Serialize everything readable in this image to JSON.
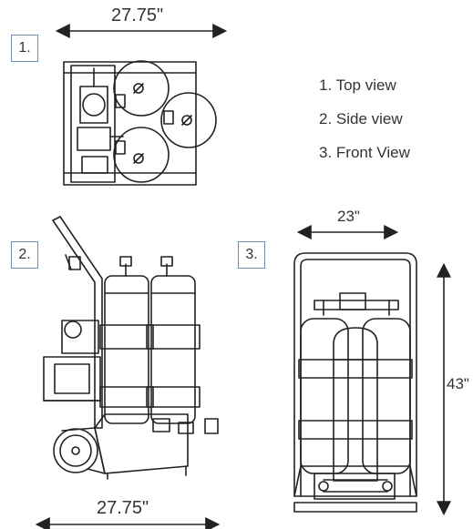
{
  "views": [
    {
      "number": "1.",
      "dimension_label": "27.75\""
    },
    {
      "number": "2.",
      "dimension_label": "27.75\""
    },
    {
      "number": "3.",
      "dimension_labels": [
        "23\"",
        "43\""
      ]
    }
  ],
  "legend": [
    "1. Top view",
    "2. Side view",
    "3. Front View"
  ]
}
